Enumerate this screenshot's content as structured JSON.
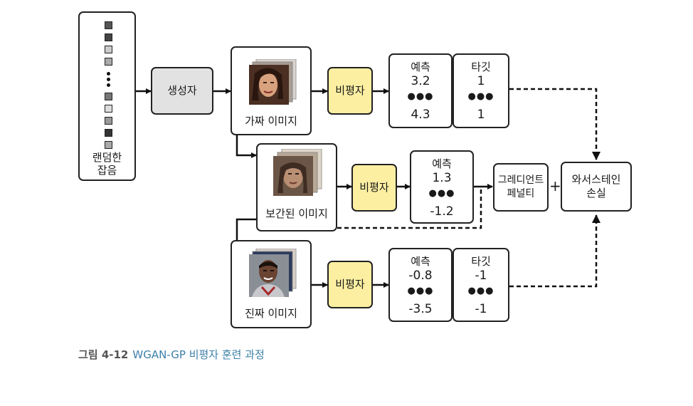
{
  "noise": {
    "label": "랜덤한\n잡음"
  },
  "generator": {
    "label": "생성자"
  },
  "fake_images": {
    "label": "가짜 이미지"
  },
  "interp_images": {
    "label": "보간된 이미지"
  },
  "real_images": {
    "label": "진짜 이미지"
  },
  "critic": {
    "label": "비평자"
  },
  "fake_pred": {
    "header": "예측",
    "v1": "3.2",
    "dots": "●●●",
    "v2": "4.3"
  },
  "fake_target": {
    "header": "타깃",
    "v1": "1",
    "dots": "●●●",
    "v2": "1"
  },
  "interp_pred": {
    "header": "예측",
    "v1": "1.3",
    "dots": "●●●",
    "v2": "-1.2"
  },
  "real_pred": {
    "header": "예측",
    "v1": "-0.8",
    "dots": "●●●",
    "v2": "-3.5"
  },
  "real_target": {
    "header": "타깃",
    "v1": "-1",
    "dots": "●●●",
    "v2": "-1"
  },
  "gp": {
    "label": "그레디언트\n페널티"
  },
  "plus": "+",
  "wloss": {
    "label": "와서스테인\n손실"
  },
  "caption": {
    "number": "그림 4-12",
    "title": "WGAN-GP 비평자 훈련 과정"
  },
  "colors": {
    "critic_fill": "#fcefa2",
    "generator_fill": "#e2e2e2",
    "caption_accent": "#3d7fa8"
  }
}
